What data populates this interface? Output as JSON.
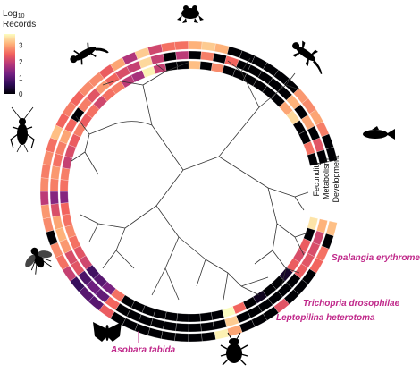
{
  "legend": {
    "title_line1": "Log",
    "title_sub": "10",
    "title_line2": "Records",
    "ticks": [
      "3",
      "2",
      "1",
      "0"
    ],
    "scale_max": 3.7,
    "colors": [
      "#000004",
      "#2d0b55",
      "#721f81",
      "#b73779",
      "#f1605d",
      "#feb078",
      "#fcfdbf"
    ]
  },
  "rings": {
    "labels": [
      "Fecundity",
      "Metabolism",
      "Development"
    ]
  },
  "species_labels": [
    {
      "name": "Spalangia erythromera"
    },
    {
      "name": "Trichopria drosophilae"
    },
    {
      "name": "Leptopilina heterotoma"
    },
    {
      "name": "Asobara tabida"
    }
  ],
  "label_color": "#c0288a",
  "silhouettes": [
    {
      "icon": "frog-icon"
    },
    {
      "icon": "lizard-icon"
    },
    {
      "icon": "fish-icon"
    },
    {
      "icon": "newt-icon"
    },
    {
      "icon": "cricket-icon"
    },
    {
      "icon": "fly-icon"
    },
    {
      "icon": "moth-icon"
    },
    {
      "icon": "beetle-icon"
    }
  ],
  "heat_values": {
    "fecundity": [
      3.5,
      0,
      2.4,
      2.2,
      2.4,
      0.3,
      0,
      0,
      0.2,
      0,
      2.5,
      3.7,
      0,
      0,
      0,
      0,
      0,
      0,
      0,
      0,
      0,
      2.6,
      1.3,
      1.0,
      0.8,
      2.1,
      2.3,
      2.6,
      2.8,
      2.6,
      2.5,
      1.4,
      2.6,
      2.7,
      2.0,
      2.2,
      2.4,
      2.7,
      2.4,
      2.6,
      2.1,
      2.6,
      2.7,
      1.9,
      1.7,
      3.6,
      2.0,
      0,
      0,
      3.2,
      0,
      2.8,
      0,
      0,
      0,
      0,
      0,
      0,
      3.0,
      3.4,
      0,
      0,
      2.6,
      0
    ],
    "metabolism": [
      3.1,
      2.1,
      2.2,
      2.3,
      2.4,
      0,
      0,
      0,
      0,
      0,
      0,
      3.3,
      0,
      0,
      0,
      0,
      0,
      0,
      0,
      0,
      0,
      2.5,
      1.1,
      1.2,
      0.9,
      2.3,
      2.2,
      2.9,
      3.1,
      3.0,
      2.2,
      1.4,
      2.7,
      2.9,
      2.6,
      2.7,
      3.0,
      2.5,
      0,
      2.7,
      2.3,
      2.9,
      2.5,
      2.2,
      2.0,
      3.4,
      2.0,
      0,
      1.9,
      0,
      2.7,
      0,
      2.5,
      0,
      0,
      0,
      0,
      0,
      3.1,
      0,
      3.0,
      0,
      2.3,
      0
    ],
    "development": [
      3.2,
      0,
      2.6,
      2.5,
      0,
      0,
      0,
      2.3,
      0,
      0,
      0,
      3.0,
      3.6,
      0,
      0,
      0,
      0,
      0,
      0,
      0,
      0,
      2.4,
      1.0,
      1.0,
      0.7,
      2.0,
      2.6,
      2.8,
      0,
      2.8,
      2.9,
      1.9,
      2.8,
      2.7,
      2.8,
      2.6,
      3.2,
      2.5,
      2.7,
      2.5,
      2.8,
      2.8,
      2.4,
      3.0,
      1.8,
      3.3,
      2.1,
      2.6,
      2.6,
      3.1,
      3.3,
      3.1,
      0,
      0,
      0,
      0,
      0,
      0,
      2.9,
      2.8,
      3.0,
      2.7,
      0,
      0
    ]
  }
}
